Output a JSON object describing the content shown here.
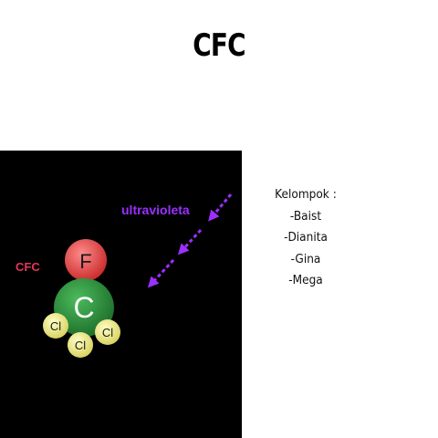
{
  "slide": {
    "title": "CFC"
  },
  "illustration": {
    "molecule_caption": "CFC",
    "radiation_label": "ultravioleta",
    "atoms": {
      "fluorine": "F",
      "carbon": "C",
      "chlorine_left": "Cl",
      "chlorine_bottom": "Cl",
      "chlorine_right": "Cl"
    },
    "colors": {
      "background": "#000000",
      "fluorine": "#e84a4a",
      "carbon": "#2e8b3a",
      "chlorine": "#f2ee8c",
      "radiation": "#9b30ff",
      "caption": "#e0365a"
    }
  },
  "group": {
    "heading": "Kelompok :",
    "members": [
      "-Baist",
      "-Dianita",
      "-Gina",
      "-Mega"
    ]
  }
}
